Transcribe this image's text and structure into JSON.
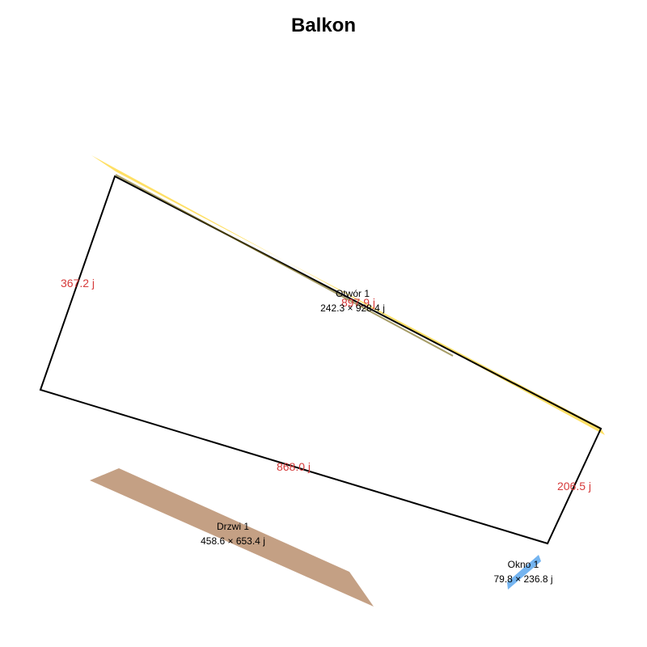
{
  "title": "Balkon",
  "room": {
    "walls": [
      {
        "length": "367.2 j"
      },
      {
        "length": "897.9 j"
      },
      {
        "length": "206.5 j"
      },
      {
        "length": "868.0 j"
      }
    ]
  },
  "elements": [
    {
      "name": "Otwór 1",
      "size": "242.3 × 928.4 j",
      "color": "#ffe066"
    },
    {
      "name": "Drzwi 1",
      "size": "458.6 × 653.4 j",
      "color": "#c4a084"
    },
    {
      "name": "Okno 1",
      "size": "79.8 × 236.8 j",
      "color": "#74b4f0"
    }
  ],
  "colors": {
    "wall": "#000000",
    "dimension": "#d63a3a"
  }
}
